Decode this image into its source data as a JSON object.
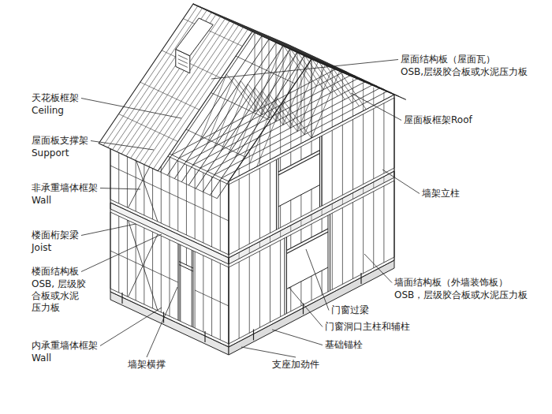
{
  "diagram": {
    "labels": [
      "天花板框架",
      "Ceiling",
      "屋面板支撑架",
      "Support",
      "非承重墙体框架",
      "Wall",
      "楼面桁架梁",
      "Joist",
      "楼面结构板",
      "OSB, 层级胶",
      "合板或水泥",
      "压力板",
      "内承重墙体框架",
      "Wall",
      "屋面结构板（屋面瓦）",
      "OSB,层级胶合板或水泥压力板",
      "屋面板框架Roof",
      "墙架立柱",
      "墙面结构板（外墙装饰板）",
      "OSB，层级胶合板或水泥压力板",
      "门窗过梁",
      "门窗洞口主柱和辅柱",
      "基础锚栓",
      "支座加劲件",
      "墙架横撑"
    ]
  }
}
